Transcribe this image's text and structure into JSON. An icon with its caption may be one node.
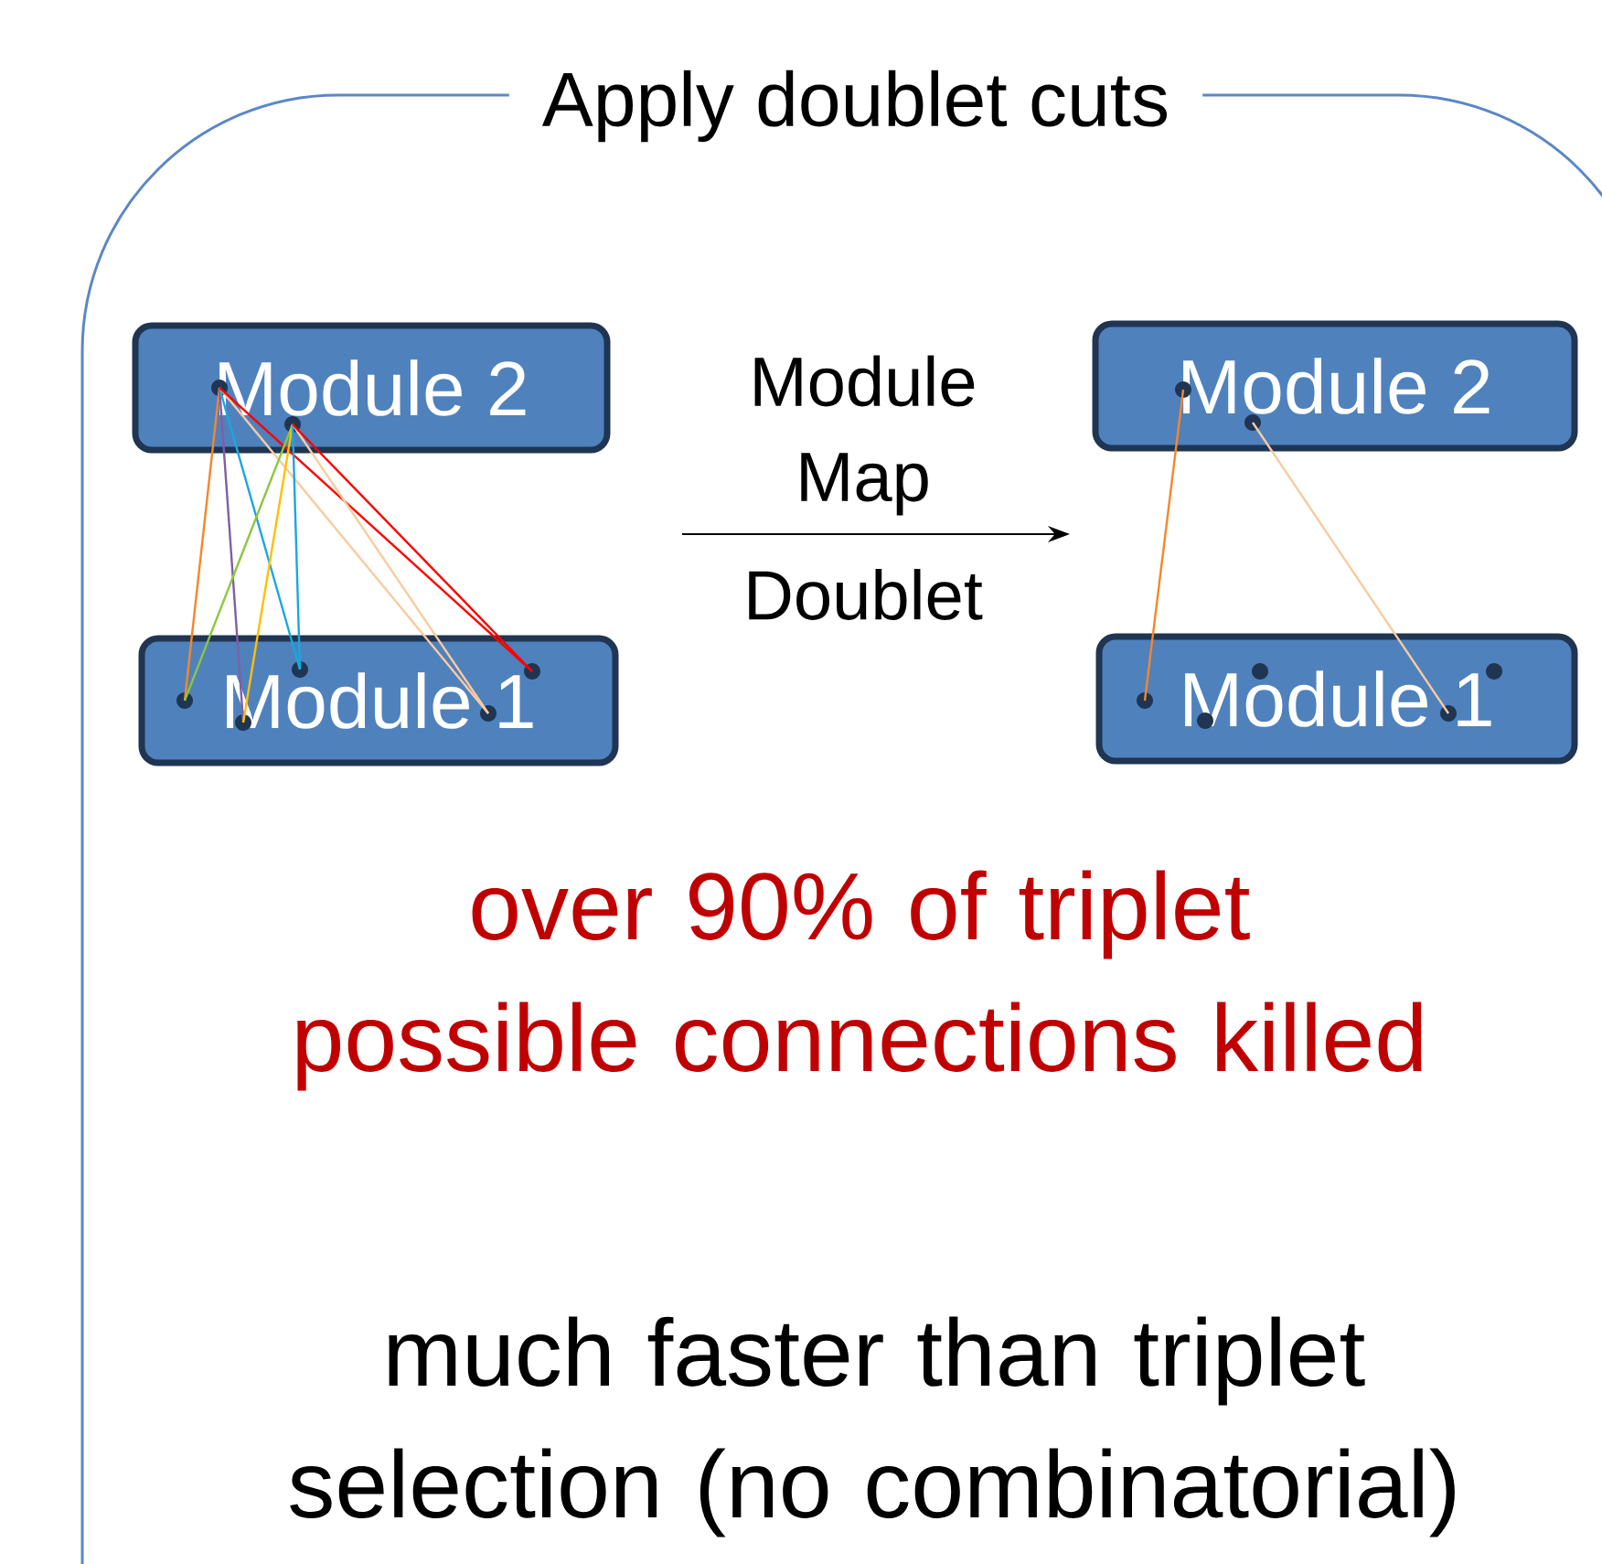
{
  "diagram": {
    "nodes": [
      {
        "text": [
          "Apply doublet cuts"
        ]
      },
      {
        "text": [
          "Module 2"
        ],
        "in": 0
      },
      {
        "text": [
          "Module 1"
        ],
        "in": 0
      },
      {
        "text": [
          "Module 2"
        ],
        "in": 0
      },
      {
        "text": [
          "Module 1"
        ],
        "in": 0
      },
      {
        "text": [],
        "shape": "circle",
        "in": 1
      },
      {
        "text": [],
        "shape": "circle",
        "in": 1
      },
      {
        "text": [],
        "shape": "circle",
        "in": 2
      },
      {
        "text": [],
        "shape": "circle",
        "in": 2
      },
      {
        "text": [],
        "shape": "circle",
        "in": 2
      },
      {
        "text": [],
        "shape": "circle",
        "in": 2
      },
      {
        "text": [],
        "shape": "circle",
        "in": 2
      },
      {
        "text": [],
        "shape": "circle",
        "in": 3
      },
      {
        "text": [],
        "shape": "circle",
        "in": 3
      },
      {
        "text": [],
        "shape": "circle",
        "in": 4
      },
      {
        "text": [],
        "shape": "circle",
        "in": 4
      },
      {
        "text": [],
        "shape": "circle",
        "in": 4
      },
      {
        "text": [],
        "shape": "circle",
        "in": 4
      },
      {
        "text": [],
        "shape": "circle",
        "in": 4
      }
    ],
    "edges": [
      {
        "from": 5,
        "to": 7,
        "arrow": "none",
        "color": "#f4872a"
      },
      {
        "from": 5,
        "to": 8,
        "arrow": "none",
        "color": "#7f5fa8"
      },
      {
        "from": 5,
        "to": 9,
        "arrow": "none",
        "color": "#1aa7e0"
      },
      {
        "from": 5,
        "to": 10,
        "arrow": "none",
        "color": "#f8cba0"
      },
      {
        "from": 5,
        "to": 11,
        "arrow": "none",
        "color": "#ff0000"
      },
      {
        "from": 6,
        "to": 7,
        "arrow": "none",
        "color": "#8cc63f"
      },
      {
        "from": 6,
        "to": 8,
        "arrow": "none",
        "color": "#ffc000"
      },
      {
        "from": 6,
        "to": 9,
        "arrow": "none",
        "color": "#1aa7e0"
      },
      {
        "from": 6,
        "to": 10,
        "arrow": "none",
        "color": "#f8cba0"
      },
      {
        "from": 6,
        "to": 11,
        "arrow": "none",
        "color": "#ff0000"
      },
      {
        "from": 12,
        "to": 14,
        "arrow": "none",
        "color": "#f4872a"
      },
      {
        "from": 13,
        "to": 17,
        "arrow": "none",
        "color": "#f8cba0"
      }
    ],
    "labels": [
      "Module Map",
      "Doublet",
      "over 90% of triplet possible connections killed",
      "much faster than triplet selection (no combinatorial)"
    ]
  }
}
